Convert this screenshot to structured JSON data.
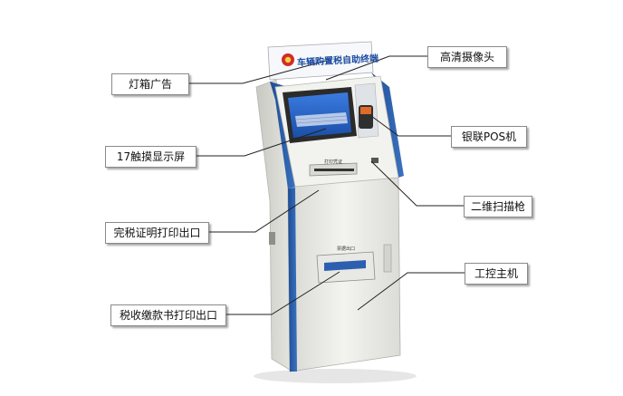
{
  "machine": {
    "header_text": "车辆购置税自助终端",
    "top_slot_label": "打印凭证",
    "bottom_slot_label": "票据出口"
  },
  "callouts": {
    "lightbox": "灯箱广告",
    "camera": "高清摄像头",
    "touchscreen": "17触摸显示屏",
    "pos": "银联POS机",
    "scanner": "二维扫描枪",
    "tax_cert_outlet": "完税证明打印出口",
    "ipc": "工控主机",
    "tax_bill_outlet": "税收缴款书打印出口"
  },
  "colors": {
    "leader_line": "#222222",
    "machine_body": "#eeeeea",
    "machine_blue": "#2c5fa8",
    "screen": "#1f5ec7"
  }
}
